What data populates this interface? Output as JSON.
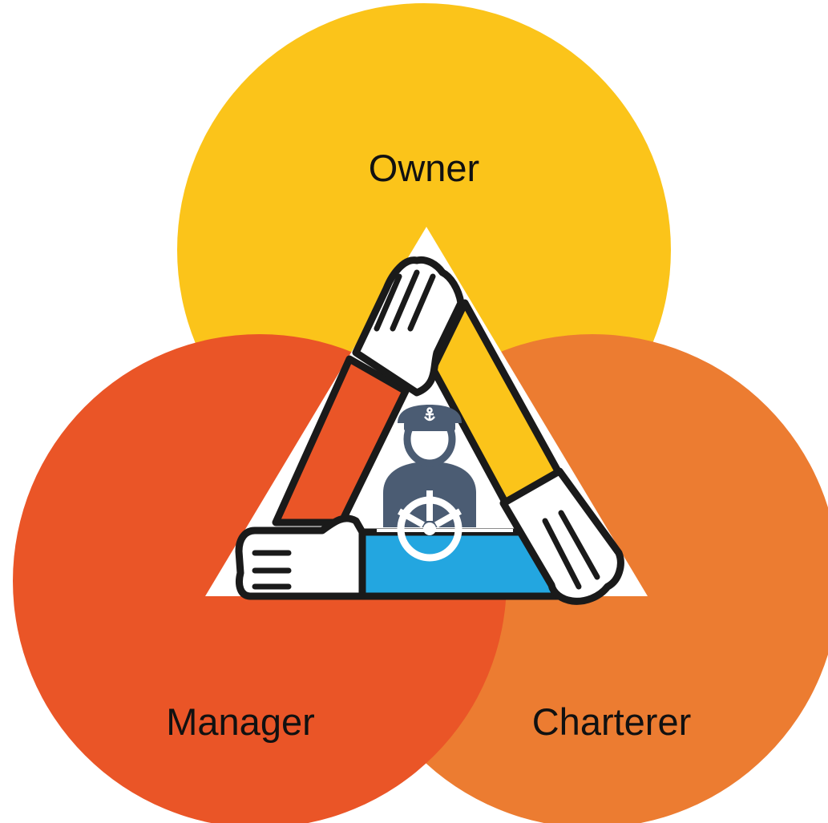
{
  "circles": {
    "owner": {
      "label": "Owner",
      "color": "#FBC41A"
    },
    "manager": {
      "label": "Manager",
      "color": "#EA5527"
    },
    "charterer": {
      "label": "Charterer",
      "color": "#EC7C31"
    }
  },
  "center": {
    "triangle_color": "#FFFFFF",
    "sleeve_colors": {
      "left": "#EA5527",
      "right": "#FBC41A",
      "bottom": "#23A6E0"
    },
    "captain_color": "#4B5C73",
    "outline_color": "#1A1A1A",
    "icons": [
      "hands-triangle-icon",
      "ship-captain-icon",
      "anchor-icon",
      "ship-wheel-icon"
    ]
  }
}
